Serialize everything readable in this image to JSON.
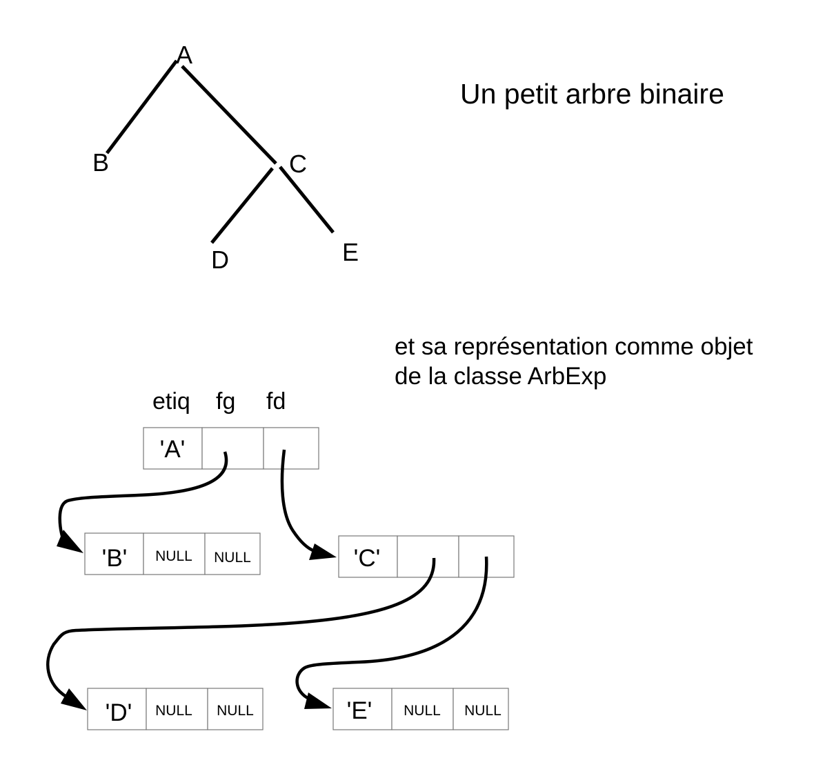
{
  "title": "Un petit arbre binaire",
  "tree": {
    "nodes": [
      "A",
      "B",
      "C",
      "D",
      "E"
    ]
  },
  "caption": {
    "line1": "et sa représentation comme objet",
    "line2": "de la classe ArbExp"
  },
  "fields": {
    "etiq": "etiq",
    "fg": "fg",
    "fd": "fd"
  },
  "records": {
    "A": {
      "etiq": "'A'",
      "fg": "",
      "fd": ""
    },
    "B": {
      "etiq": "'B'",
      "fg": "NULL",
      "fd": "NULL"
    },
    "C": {
      "etiq": "'C'",
      "fg": "",
      "fd": ""
    },
    "D": {
      "etiq": "'D'",
      "fg": "NULL",
      "fd": "NULL"
    },
    "E": {
      "etiq": "'E'",
      "fg": "NULL",
      "fd": "NULL"
    }
  }
}
